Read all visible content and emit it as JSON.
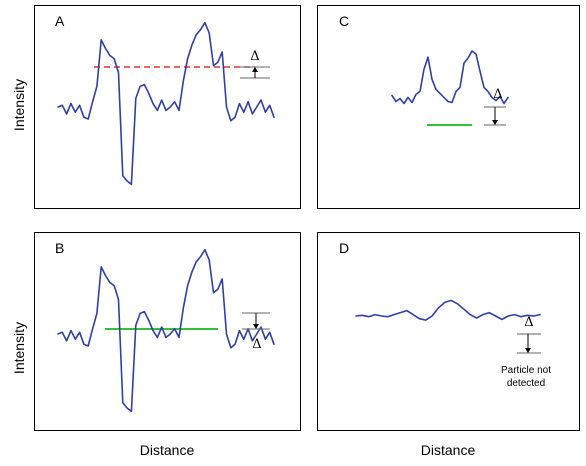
{
  "chart_data": [
    {
      "type": "line",
      "panel": "A",
      "points": [
        [
          0,
          50
        ],
        [
          1,
          51
        ],
        [
          2,
          46
        ],
        [
          3,
          52
        ],
        [
          4,
          47
        ],
        [
          5,
          51
        ],
        [
          6,
          44
        ],
        [
          7,
          43
        ],
        [
          8,
          53
        ],
        [
          9,
          62
        ],
        [
          10,
          89
        ],
        [
          11,
          84
        ],
        [
          12,
          80
        ],
        [
          13,
          78
        ],
        [
          14,
          70
        ],
        [
          15,
          10
        ],
        [
          16,
          7
        ],
        [
          17,
          5
        ],
        [
          18,
          55
        ],
        [
          19,
          62
        ],
        [
          20,
          63
        ],
        [
          21,
          58
        ],
        [
          22,
          52
        ],
        [
          23,
          48
        ],
        [
          24,
          54
        ],
        [
          25,
          48
        ],
        [
          26,
          50
        ],
        [
          27,
          53
        ],
        [
          28,
          48
        ],
        [
          29,
          65
        ],
        [
          30,
          78
        ],
        [
          31,
          86
        ],
        [
          32,
          92
        ],
        [
          33,
          95
        ],
        [
          34,
          99
        ],
        [
          35,
          93
        ],
        [
          36,
          74
        ],
        [
          37,
          76
        ],
        [
          38,
          82
        ],
        [
          39,
          50
        ],
        [
          40,
          42
        ],
        [
          41,
          44
        ],
        [
          42,
          52
        ],
        [
          43,
          47
        ],
        [
          44,
          53
        ],
        [
          45,
          46
        ],
        [
          46,
          50
        ],
        [
          47,
          54
        ],
        [
          48,
          47
        ],
        [
          49,
          51
        ],
        [
          50,
          44
        ]
      ],
      "annotation": "Δ"
    },
    {
      "type": "line",
      "panel": "B",
      "points": [
        [
          0,
          50
        ],
        [
          1,
          51
        ],
        [
          2,
          46
        ],
        [
          3,
          52
        ],
        [
          4,
          47
        ],
        [
          5,
          51
        ],
        [
          6,
          44
        ],
        [
          7,
          43
        ],
        [
          8,
          53
        ],
        [
          9,
          62
        ],
        [
          10,
          89
        ],
        [
          11,
          84
        ],
        [
          12,
          80
        ],
        [
          13,
          78
        ],
        [
          14,
          70
        ],
        [
          15,
          10
        ],
        [
          16,
          7
        ],
        [
          17,
          5
        ],
        [
          18,
          55
        ],
        [
          19,
          62
        ],
        [
          20,
          63
        ],
        [
          21,
          58
        ],
        [
          22,
          52
        ],
        [
          23,
          48
        ],
        [
          24,
          54
        ],
        [
          25,
          48
        ],
        [
          26,
          50
        ],
        [
          27,
          53
        ],
        [
          28,
          48
        ],
        [
          29,
          65
        ],
        [
          30,
          78
        ],
        [
          31,
          86
        ],
        [
          32,
          92
        ],
        [
          33,
          95
        ],
        [
          34,
          99
        ],
        [
          35,
          93
        ],
        [
          36,
          74
        ],
        [
          37,
          76
        ],
        [
          38,
          82
        ],
        [
          39,
          50
        ],
        [
          40,
          42
        ],
        [
          41,
          44
        ],
        [
          42,
          52
        ],
        [
          43,
          47
        ],
        [
          44,
          53
        ],
        [
          45,
          46
        ],
        [
          46,
          50
        ],
        [
          47,
          54
        ],
        [
          48,
          47
        ],
        [
          49,
          51
        ],
        [
          50,
          44
        ]
      ],
      "annotation": "Δ"
    },
    {
      "type": "line",
      "panel": "C",
      "points": [
        [
          0,
          54
        ],
        [
          1,
          48
        ],
        [
          2,
          51
        ],
        [
          3,
          46
        ],
        [
          4,
          52
        ],
        [
          5,
          47
        ],
        [
          6,
          55
        ],
        [
          7,
          58
        ],
        [
          8,
          80
        ],
        [
          9,
          92
        ],
        [
          10,
          70
        ],
        [
          11,
          60
        ],
        [
          12,
          56
        ],
        [
          13,
          52
        ],
        [
          14,
          48
        ],
        [
          15,
          47
        ],
        [
          16,
          58
        ],
        [
          17,
          62
        ],
        [
          18,
          86
        ],
        [
          19,
          91
        ],
        [
          20,
          98
        ],
        [
          21,
          95
        ],
        [
          22,
          78
        ],
        [
          23,
          62
        ],
        [
          24,
          58
        ],
        [
          25,
          52
        ],
        [
          26,
          49
        ],
        [
          27,
          53
        ],
        [
          28,
          46
        ],
        [
          29,
          52
        ]
      ],
      "annotation": "Δ"
    },
    {
      "type": "line",
      "panel": "D",
      "points": [
        [
          0,
          50
        ],
        [
          1,
          51
        ],
        [
          2,
          49
        ],
        [
          3,
          52
        ],
        [
          4,
          50
        ],
        [
          5,
          49
        ],
        [
          6,
          52
        ],
        [
          7,
          55
        ],
        [
          8,
          58
        ],
        [
          9,
          52
        ],
        [
          10,
          46
        ],
        [
          11,
          44
        ],
        [
          12,
          50
        ],
        [
          13,
          62
        ],
        [
          14,
          70
        ],
        [
          15,
          73
        ],
        [
          16,
          68
        ],
        [
          17,
          60
        ],
        [
          18,
          52
        ],
        [
          19,
          47
        ],
        [
          20,
          52
        ],
        [
          21,
          55
        ],
        [
          22,
          50
        ],
        [
          23,
          45
        ],
        [
          24,
          50
        ],
        [
          25,
          52
        ],
        [
          26,
          49
        ],
        [
          27,
          51
        ],
        [
          28,
          50
        ],
        [
          29,
          52
        ]
      ],
      "annotation": "Δ",
      "note": [
        "Particle not",
        "detected"
      ]
    }
  ],
  "panels": {
    "A": {
      "letter": "A",
      "delta": "Δ"
    },
    "B": {
      "letter": "B",
      "delta": "Δ"
    },
    "C": {
      "letter": "C",
      "delta": "Δ"
    },
    "D": {
      "letter": "D",
      "delta": "Δ",
      "note_line1": "Particle not",
      "note_line2": "detected"
    }
  },
  "axes": {
    "y_label_top": "Intensity",
    "y_label_bottom": "Intensity",
    "x_label_left": "Distance",
    "x_label_right": "Distance"
  },
  "colors": {
    "profile": "#2f3fa8",
    "threshold_dashed": "#e8322e",
    "threshold_solid": "#33c137",
    "frame": "#000000"
  }
}
